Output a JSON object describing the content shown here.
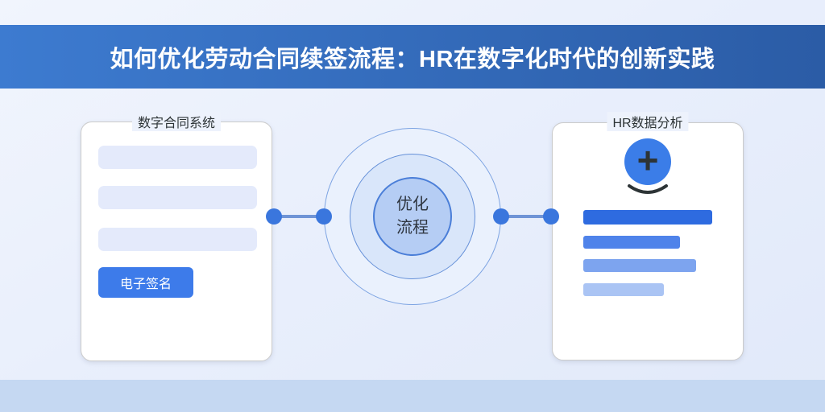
{
  "header": {
    "title": "如何优化劳动合同续签流程：HR在数字化时代的创新实践"
  },
  "left_card": {
    "label": "数字合同系统",
    "button_label": "电子签名",
    "placeholder_bar_count": 3
  },
  "center_circle": {
    "line1": "优化",
    "line2": "流程"
  },
  "right_card": {
    "label": "HR数据分析",
    "plus_icon": "+",
    "bars": [
      {
        "width": 160,
        "color": "#2e6be0"
      },
      {
        "width": 120,
        "color": "#4f83ea"
      },
      {
        "width": 140,
        "color": "#7da4ef"
      },
      {
        "width": 100,
        "color": "#aac4f4"
      }
    ]
  },
  "colors": {
    "header_gradient_start": "#3d7bd0",
    "header_gradient_end": "#2b5ca6",
    "accent_blue": "#3b7de8",
    "button_blue": "#3d7bea",
    "connector_dot": "#3a76dd",
    "connector_line": "#6f94d6",
    "inner_circle_fill": "#b5cdf4",
    "bottom_strip": "#c5d8f2"
  }
}
